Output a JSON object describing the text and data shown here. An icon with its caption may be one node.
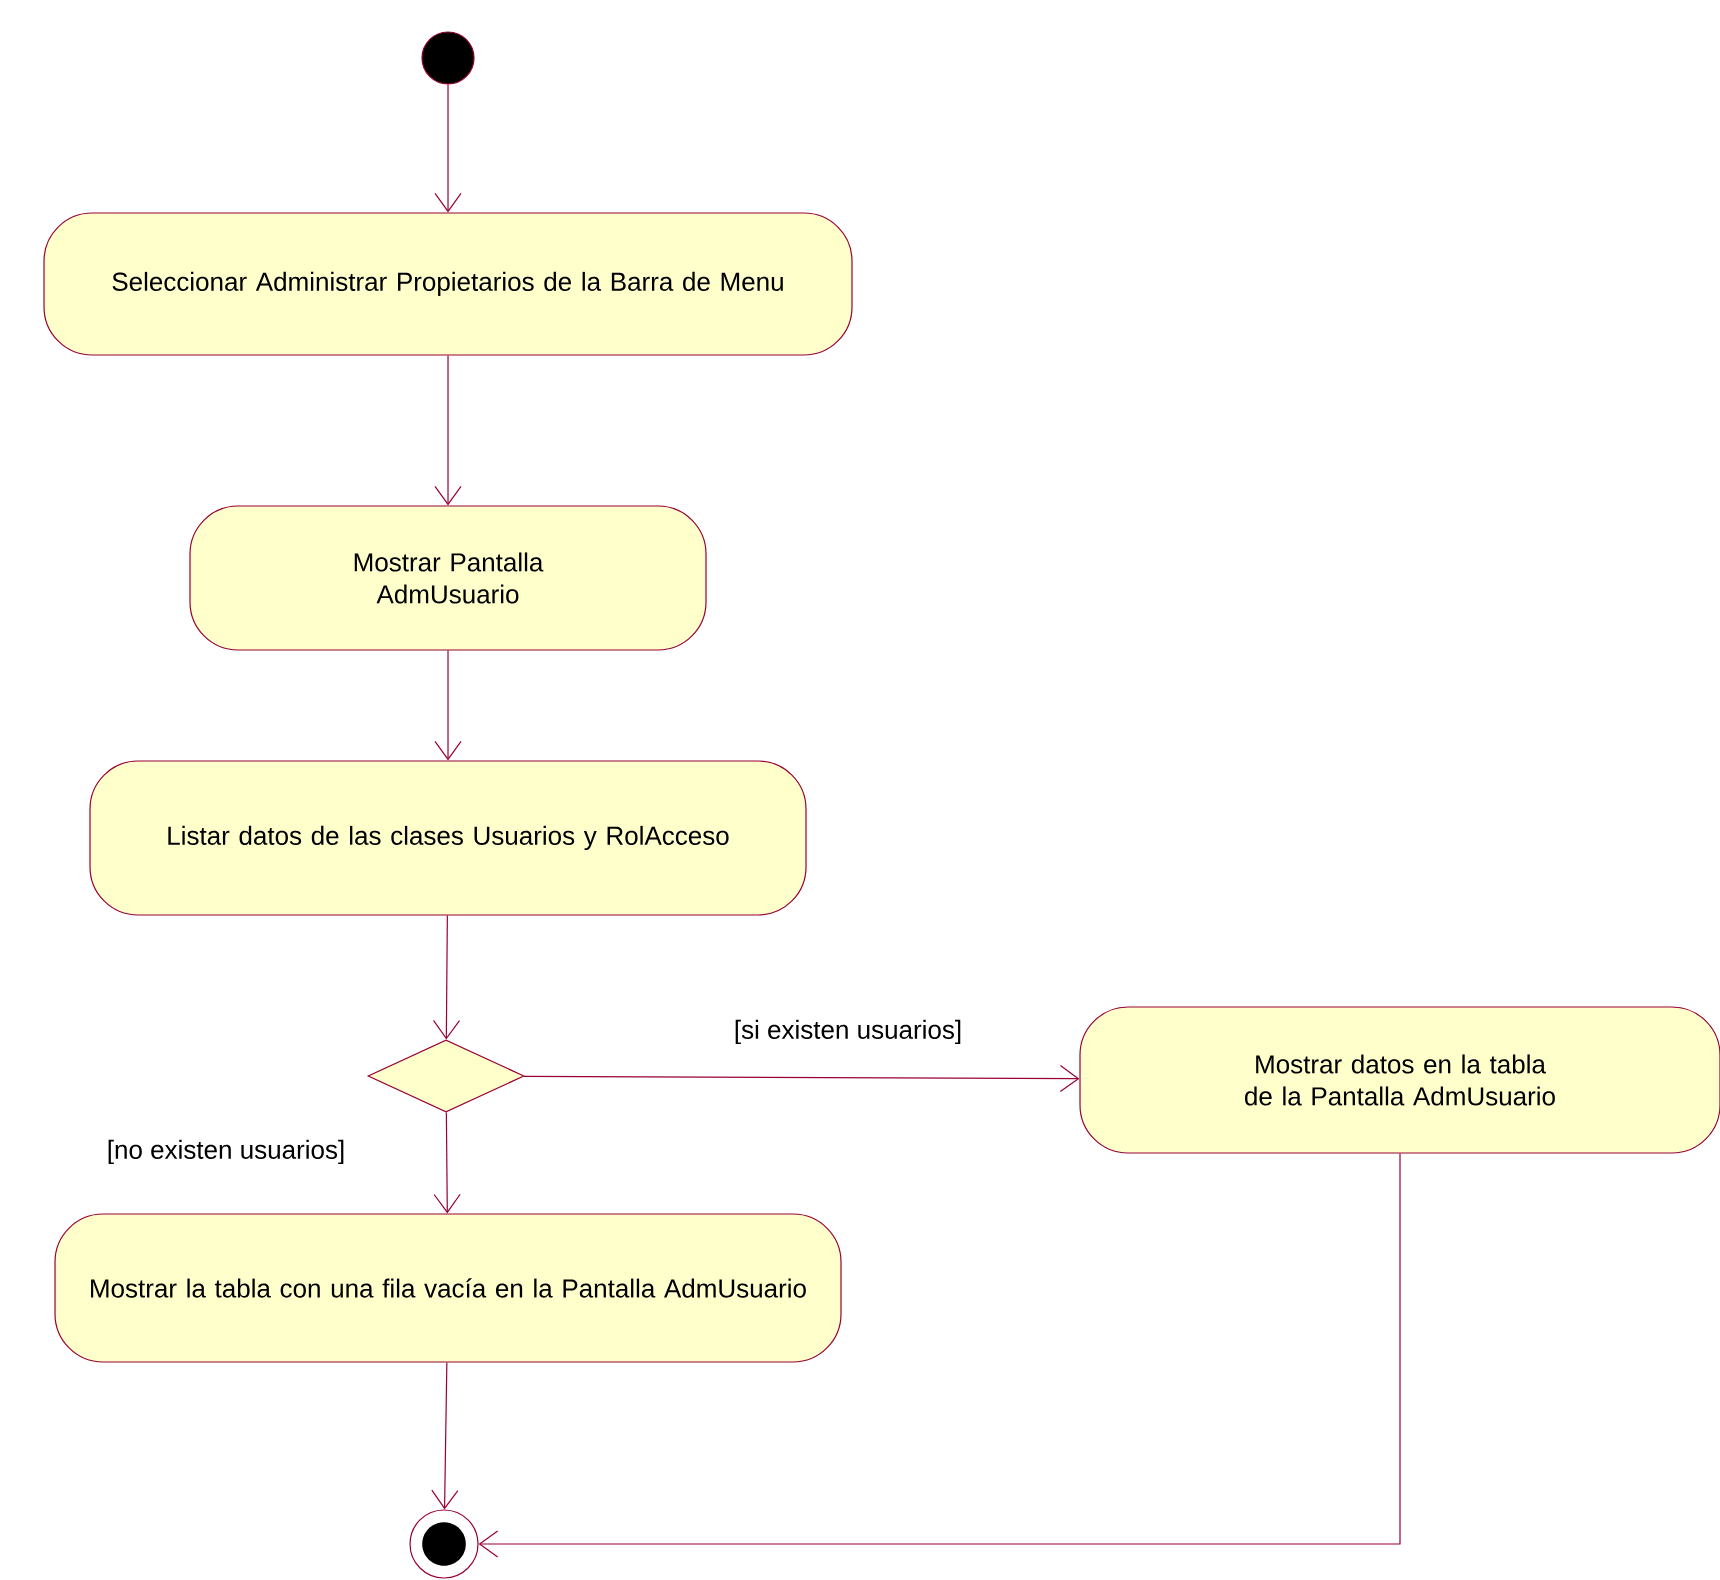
{
  "diagram": {
    "nodes": [
      {
        "text": [],
        "shape": "circle"
      },
      {
        "text": [
          "Seleccionar Administrar Propietarios de la Barra de Menu"
        ]
      },
      {
        "text": [
          "Mostrar Pantalla AdmUsuario"
        ]
      },
      {
        "text": [
          "Listar datos de las clases Usuarios y RolAcceso"
        ]
      },
      {
        "text": [],
        "shape": "diamond"
      },
      {
        "text": [
          "Mostrar datos en la tabla de la Pantalla AdmUsuario"
        ]
      },
      {
        "text": [
          "Mostrar la tabla con una fila vacía en la Pantalla AdmUsuario"
        ]
      },
      {
        "text": [],
        "shape": "circle"
      }
    ],
    "edges": [
      {
        "from": 0,
        "to": 1,
        "arrow": "to"
      },
      {
        "from": 1,
        "to": 2,
        "arrow": "to"
      },
      {
        "from": 2,
        "to": 3,
        "arrow": "to"
      },
      {
        "from": 3,
        "to": 4,
        "arrow": "to"
      },
      {
        "from": 4,
        "to": 5,
        "arrow": "to",
        "label": "[si existen usuarios]"
      },
      {
        "from": 4,
        "to": 6,
        "arrow": "to",
        "label": "[no existen usuarios]"
      },
      {
        "from": 6,
        "to": 7,
        "arrow": "to"
      },
      {
        "from": 5,
        "to": 7,
        "arrow": "to"
      }
    ]
  }
}
